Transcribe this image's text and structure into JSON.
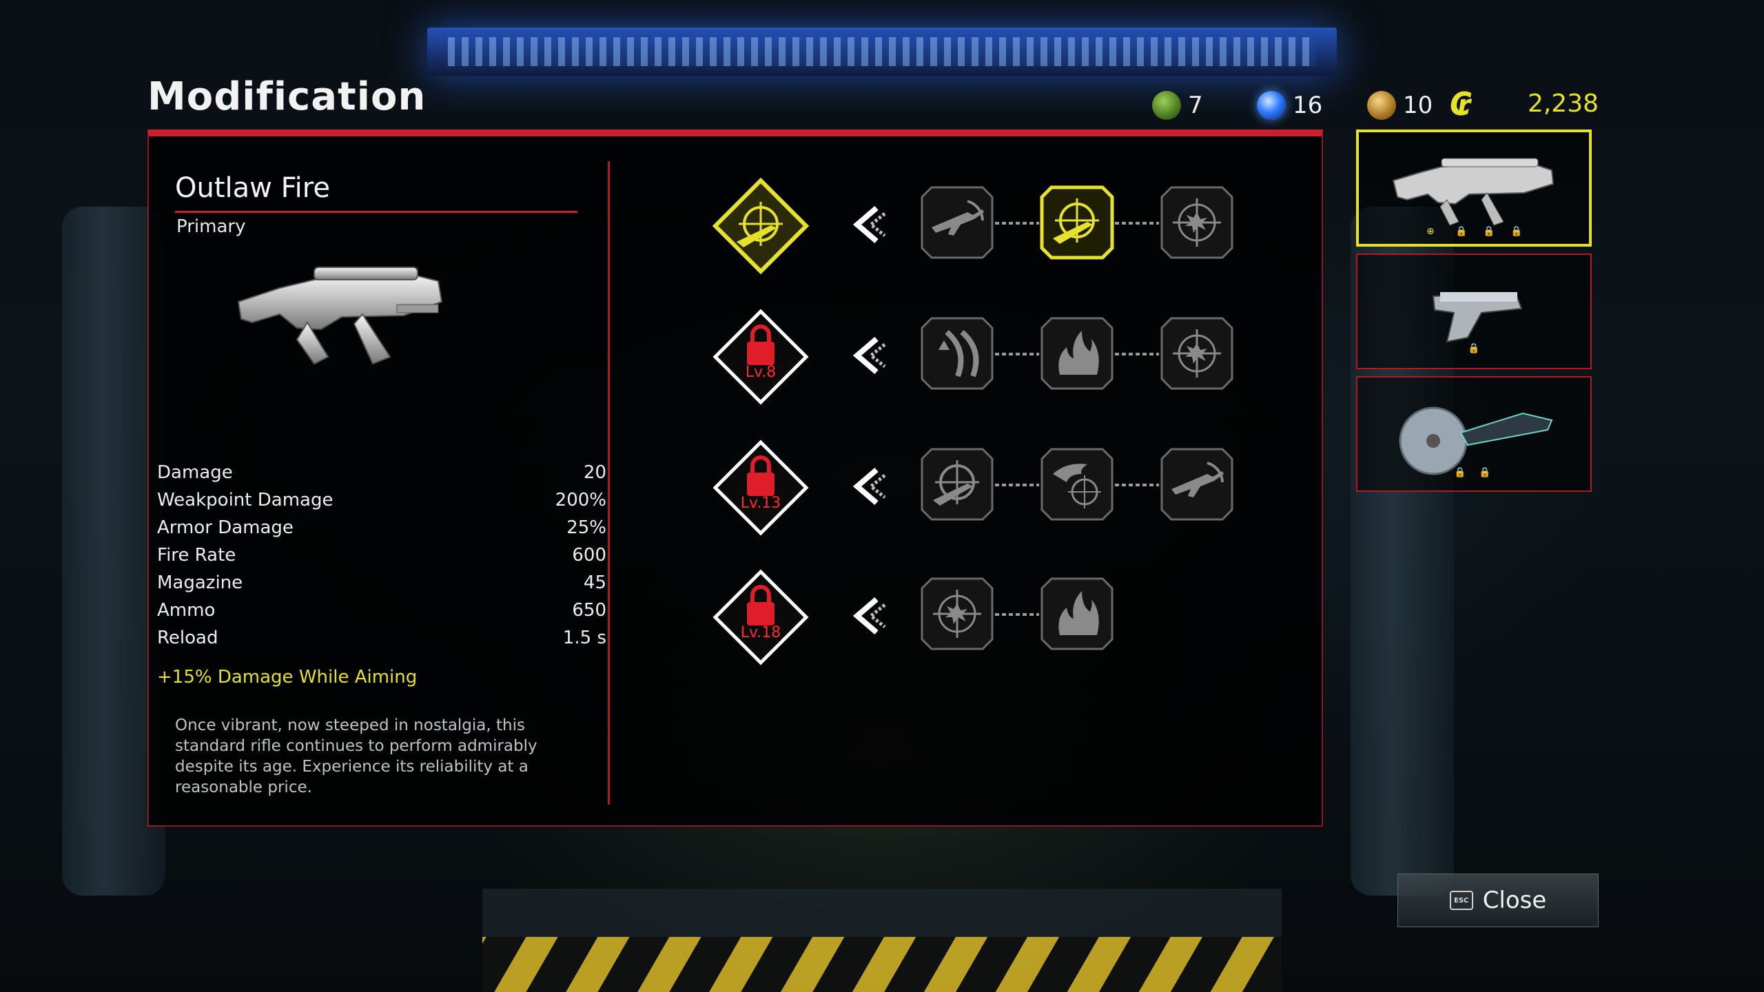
{
  "header": {
    "title": "Modification"
  },
  "currencies": [
    {
      "icon": "green-ore-icon",
      "value": "7"
    },
    {
      "icon": "blue-orb-icon",
      "value": "16"
    },
    {
      "icon": "gold-gear-icon",
      "value": "10"
    }
  ],
  "credits": {
    "icon": "credits-icon",
    "value": "2,238"
  },
  "weapon": {
    "name": "Outlaw Fire",
    "type": "Primary",
    "stats": [
      {
        "label": "Damage",
        "value": "20"
      },
      {
        "label": "Weakpoint Damage",
        "value": "200%"
      },
      {
        "label": "Armor Damage",
        "value": "25%"
      },
      {
        "label": "Fire Rate",
        "value": "600"
      },
      {
        "label": "Magazine",
        "value": "45"
      },
      {
        "label": "Ammo",
        "value": "650"
      },
      {
        "label": "Reload",
        "value": "1.5 s"
      }
    ],
    "bonus": "+15% Damage While Aiming",
    "description": "Once vibrant, now steeped in nostalgia, this standard rifle continues to perform admirably despite its age. Experience its reliability at a reasonable price."
  },
  "tiers": [
    {
      "state": "unlocked",
      "level_label": "",
      "nodes": [
        "rifle-icon",
        "crosshair-rifle-icon",
        "impact-crosshair-icon"
      ],
      "selected": 1
    },
    {
      "state": "locked",
      "level_label": "Lv.8",
      "nodes": [
        "magazine-icon",
        "fire-icon",
        "impact-crosshair-icon"
      ],
      "selected": -1
    },
    {
      "state": "locked",
      "level_label": "Lv.13",
      "nodes": [
        "crosshair-rifle-icon",
        "eagle-crosshair-icon",
        "rifle-icon"
      ],
      "selected": -1
    },
    {
      "state": "locked",
      "level_label": "Lv.18",
      "nodes": [
        "impact-crosshair-icon",
        "fire-icon"
      ],
      "selected": -1
    }
  ],
  "close": {
    "key": "ESC",
    "label": "Close"
  },
  "colors": {
    "accent": "#e6e12a",
    "panel_border": "#c8202c",
    "locked": "#e01e2a"
  }
}
